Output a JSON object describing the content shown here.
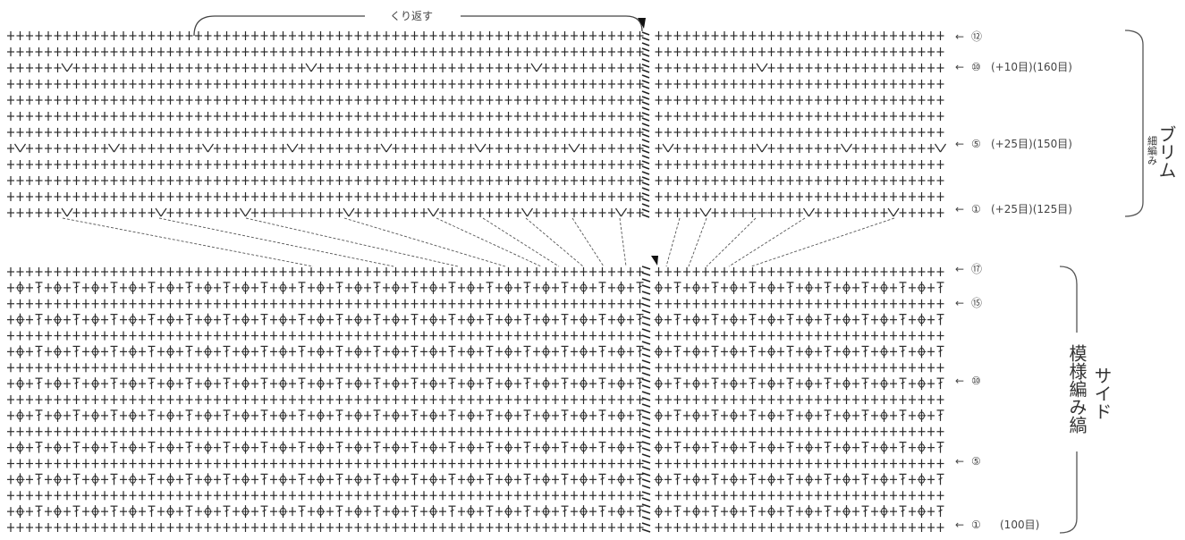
{
  "repeat_label": "くり返す",
  "brim": {
    "name": "ブリム",
    "stitch": "細編み",
    "rows": [
      {
        "mark": "⑫",
        "note": ""
      },
      {
        "mark": "⑩",
        "note": "(+10目)(160目)"
      },
      {
        "mark": "⑤",
        "note": "(+25目)(150目)"
      },
      {
        "mark": "①",
        "note": "(+25目)(125目)"
      }
    ]
  },
  "side": {
    "name": "サイド",
    "pattern": "模様編み縞",
    "rows": [
      {
        "mark": "⑰",
        "note": ""
      },
      {
        "mark": "⑮",
        "note": ""
      },
      {
        "mark": "⑩",
        "note": ""
      },
      {
        "mark": "⑤",
        "note": ""
      },
      {
        "mark": "①",
        "note": "(100目)"
      }
    ]
  },
  "colors": {
    "symbol": "#2a2a2a",
    "line": "#555555",
    "bracket": "#555555",
    "bg": "#ffffff"
  },
  "icons": [
    "single-crochet-icon",
    "increase-v-icon",
    "cluster-stitch-icon",
    "row-arrow-icon",
    "start-marker-icon"
  ]
}
